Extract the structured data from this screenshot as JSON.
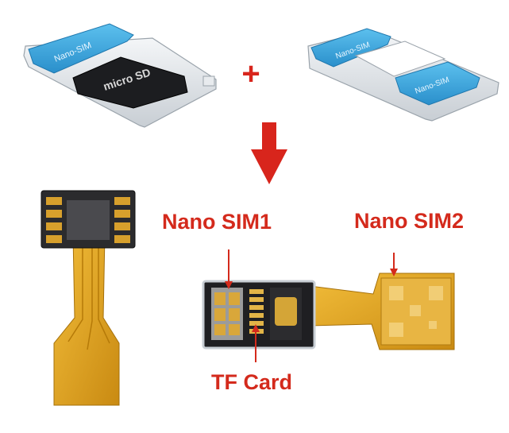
{
  "tray_left": {
    "badge_text": "Nano-SIM",
    "card_text": "micro SD"
  },
  "tray_right": {
    "badge_top_text": "Nano-SIM",
    "badge_bottom_text": "Nano-SIM"
  },
  "plus_symbol": "+",
  "labels": {
    "nano_sim1": "Nano SIM1",
    "nano_sim2": "Nano SIM2",
    "tf_card": "TF Card"
  },
  "colors": {
    "label_red": "#d42a1c",
    "arrow_red": "#d8251c",
    "flex_gold": "#e0a21c",
    "tray_blue": "#3aa6dd",
    "tray_silver": "#dfe3e7"
  }
}
